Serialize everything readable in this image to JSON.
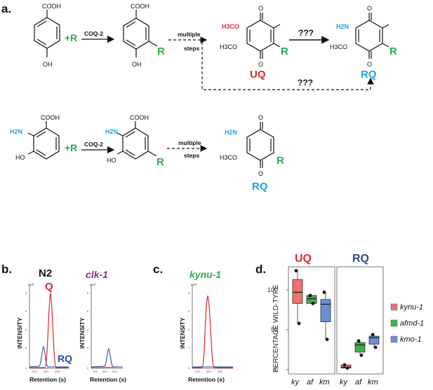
{
  "panels": {
    "a": "a.",
    "b": "b.",
    "c": "c.",
    "d": "d."
  },
  "pathway_top": {
    "cooh1": "COOH",
    "oh1": "OH",
    "plus_r": "+R",
    "enzyme": "COQ-2",
    "cooh2": "COOH",
    "oh2": "OH",
    "r2": "R",
    "multiple": "multiple",
    "steps": "steps",
    "h3co_red": "H3CO",
    "h3co": "H3CO",
    "o_top": "O",
    "o_bot": "O",
    "r3": "R",
    "uq": "UQ",
    "unknown1": "???",
    "h2n": "H2N",
    "h3co_rq": "H3CO",
    "o_rq_top": "O",
    "o_rq_bot": "O",
    "r4": "R",
    "rq": "RQ",
    "unknown2": "???"
  },
  "pathway_bottom": {
    "cooh1": "COOH",
    "h2n1": "H2N",
    "ho1": "HO",
    "plus_r": "+R",
    "enzyme": "COQ-2",
    "cooh2": "COOH",
    "h2n2": "H2N",
    "ho2": "HO",
    "r2": "R",
    "multiple": "multiple",
    "steps": "steps",
    "h2n3": "H2N",
    "h3co": "H3CO",
    "o_top": "O",
    "o_bot": "O",
    "r3": "R",
    "rq": "RQ"
  },
  "panel_b": {
    "n2_title": "N2",
    "clk1_title": "clk-1",
    "q_label": "Q",
    "rq_label": "RQ",
    "ylabel": "INTENSITY",
    "xlabel": "Retention (s)",
    "scale": "x10⁵",
    "ticks_y": [
      "8",
      "6",
      "4",
      "2",
      "0"
    ],
    "ticks_x": [
      "375",
      "320",
      "325"
    ]
  },
  "panel_c": {
    "title": "kynu-1",
    "ylabel": "INTENSITY",
    "xlabel": "Retention (s)",
    "scale": "x10⁵",
    "ticks_y": [
      "8",
      "6",
      "4",
      "2",
      "0"
    ],
    "ticks_x": [
      "375",
      "320",
      "325"
    ]
  },
  "chart_data": {
    "type": "box",
    "ylabel": "PERCENTAGE WILD-TYPE",
    "ylim": [
      0,
      125
    ],
    "yticks": [
      "0",
      "50",
      "100"
    ],
    "facets": [
      "UQ",
      "RQ"
    ],
    "categories": [
      "ky",
      "af",
      "km"
    ],
    "legend_position": "right",
    "series": [
      {
        "name": "kynu-1",
        "color": "#f0716e",
        "facet_values": {
          "UQ": {
            "q1": 83,
            "median": 97,
            "q3": 113,
            "whisker_low": 58,
            "whisker_high": 124
          },
          "RQ": {
            "q1": 2,
            "median": 3,
            "q3": 6,
            "whisker_low": 2,
            "whisker_high": 6
          }
        }
      },
      {
        "name": "afmd-1",
        "color": "#3fb04a",
        "facet_values": {
          "UQ": {
            "q1": 83,
            "median": 89,
            "q3": 93,
            "whisker_low": 83,
            "whisker_high": 93
          },
          "RQ": {
            "q1": 22,
            "median": 31,
            "q3": 34,
            "whisker_low": 18,
            "whisker_high": 36
          }
        }
      },
      {
        "name": "kmo-1",
        "color": "#6b8fd6",
        "facet_values": {
          "UQ": {
            "q1": 60,
            "median": 82,
            "q3": 88,
            "whisker_low": 38,
            "whisker_high": 97
          },
          "RQ": {
            "q1": 32,
            "median": 40,
            "q3": 42,
            "whisker_low": 28,
            "whisker_high": 44
          }
        }
      }
    ],
    "legend": [
      "kynu-1",
      "afmd-1",
      "kmo-1"
    ]
  }
}
